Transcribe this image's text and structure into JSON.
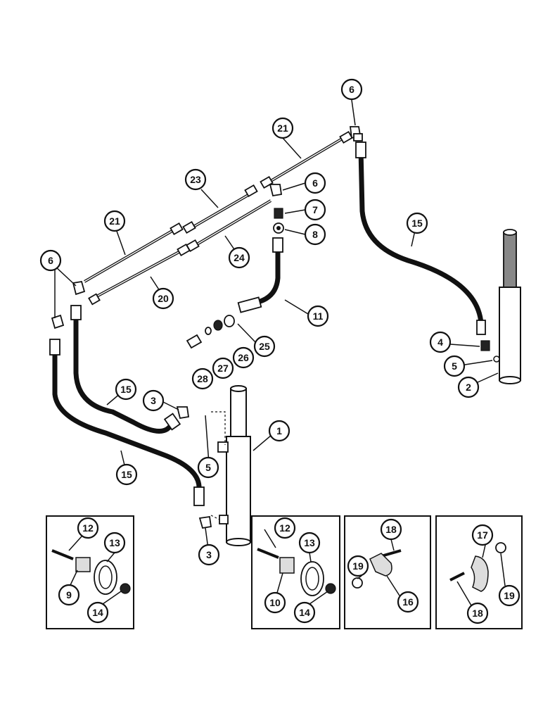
{
  "callouts": {
    "c1": "1",
    "c2": "2",
    "c3a": "3",
    "c3b": "3",
    "c4": "4",
    "c5a": "5",
    "c5b": "5",
    "c6a": "6",
    "c6b": "6",
    "c6c": "6",
    "c7": "7",
    "c8": "8",
    "c9": "9",
    "c10": "10",
    "c11": "11",
    "c12a": "12",
    "c12b": "12",
    "c13a": "13",
    "c13b": "13",
    "c14a": "14",
    "c14b": "14",
    "c15a": "15",
    "c15b": "15",
    "c15c": "15",
    "c16": "16",
    "c17": "17",
    "c18a": "18",
    "c18b": "18",
    "c19a": "19",
    "c19b": "19",
    "c20": "20",
    "c21a": "21",
    "c21b": "21",
    "c23": "23",
    "c24": "24",
    "c25": "25",
    "c26": "26",
    "c27": "27",
    "c28": "28"
  }
}
